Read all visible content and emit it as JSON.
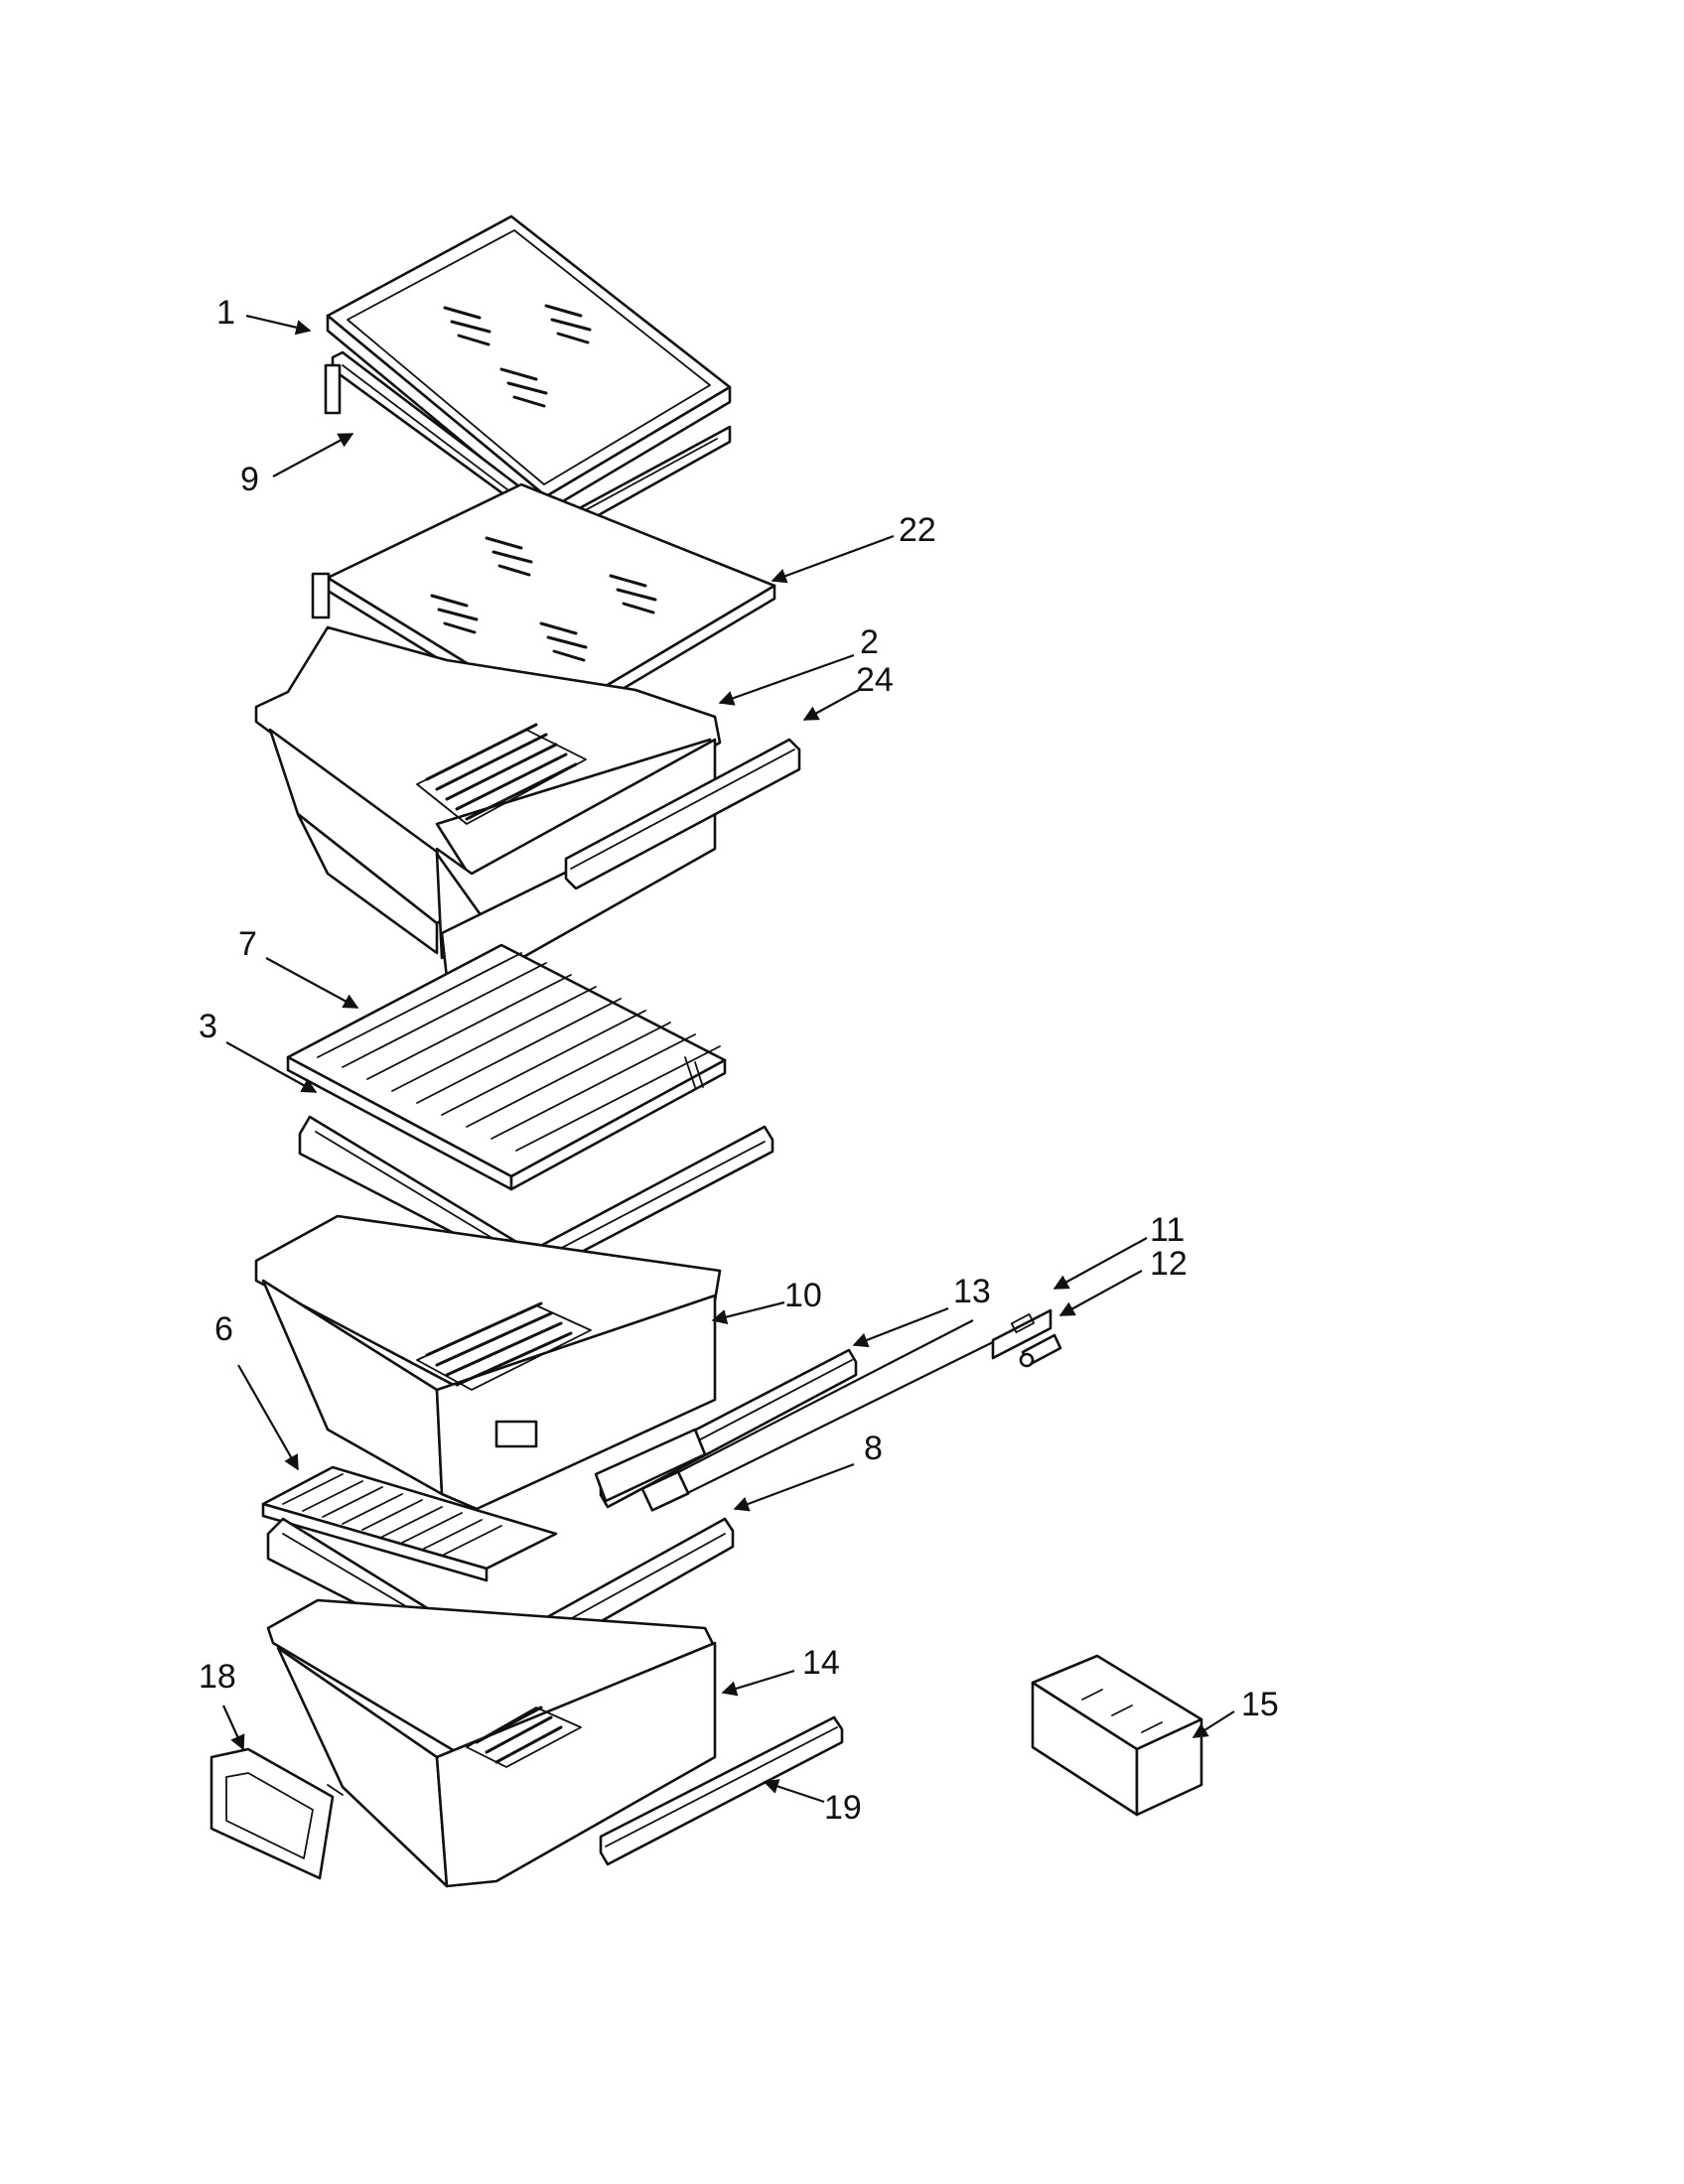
{
  "diagram": {
    "callouts": [
      {
        "id": "1",
        "label": "1"
      },
      {
        "id": "9",
        "label": "9"
      },
      {
        "id": "22",
        "label": "22"
      },
      {
        "id": "2",
        "label": "2"
      },
      {
        "id": "24",
        "label": "24"
      },
      {
        "id": "7",
        "label": "7"
      },
      {
        "id": "3",
        "label": "3"
      },
      {
        "id": "10",
        "label": "10"
      },
      {
        "id": "13",
        "label": "13"
      },
      {
        "id": "11",
        "label": "11"
      },
      {
        "id": "12",
        "label": "12"
      },
      {
        "id": "6",
        "label": "6"
      },
      {
        "id": "8",
        "label": "8"
      },
      {
        "id": "18",
        "label": "18"
      },
      {
        "id": "14",
        "label": "14"
      },
      {
        "id": "19",
        "label": "19"
      },
      {
        "id": "15",
        "label": "15"
      }
    ]
  }
}
